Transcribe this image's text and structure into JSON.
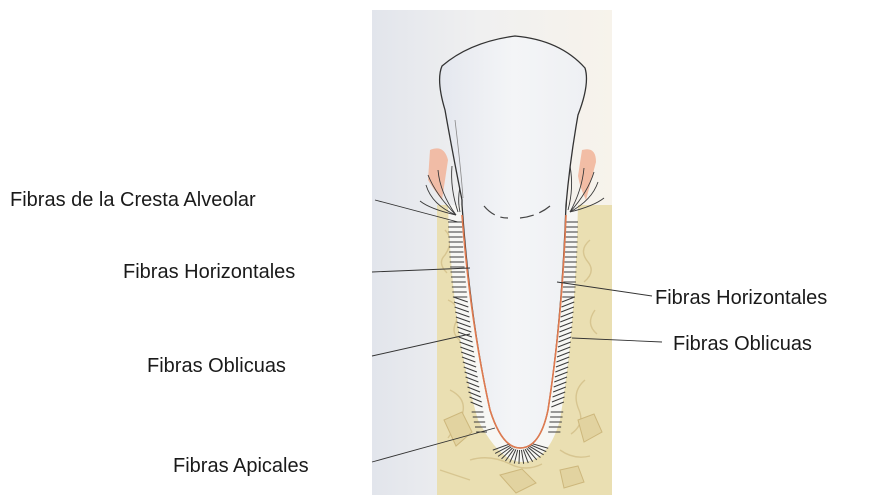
{
  "labels": {
    "crest_left": "Fibras de la Cresta Alveolar",
    "horizontal_left": "Fibras Horizontales",
    "oblique_left": "Fibras Oblicuas",
    "apical_left": "Fibras Apicales",
    "horizontal_right": "Fibras Horizontales",
    "oblique_right": "Fibras Oblicuas"
  },
  "colors": {
    "bone": "#eadfb2",
    "bone_pattern": "#d6c491",
    "gingiva": "#f2b79d",
    "cementum": "#e07a4f",
    "fiber": "#3a3a3a",
    "background_left": "#e6e8ee",
    "background_right": "#f6f2ea"
  }
}
